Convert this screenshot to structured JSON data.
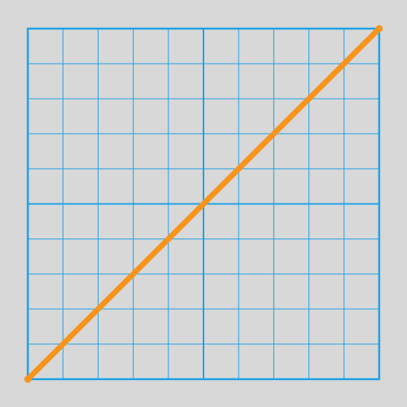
{
  "colors": {
    "background": "#d8d8d8",
    "grid": "#1da1e6",
    "line": "#f7941d"
  },
  "chart_data": {
    "type": "line",
    "title": "",
    "xlabel": "",
    "ylabel": "",
    "xlim": [
      0,
      10
    ],
    "ylim": [
      0,
      10
    ],
    "grid": true,
    "grid_divisions": 10,
    "major_divisions": 2,
    "series": [
      {
        "x": [
          0,
          10
        ],
        "y": [
          0,
          10
        ],
        "endpoint_markers": true
      }
    ]
  }
}
